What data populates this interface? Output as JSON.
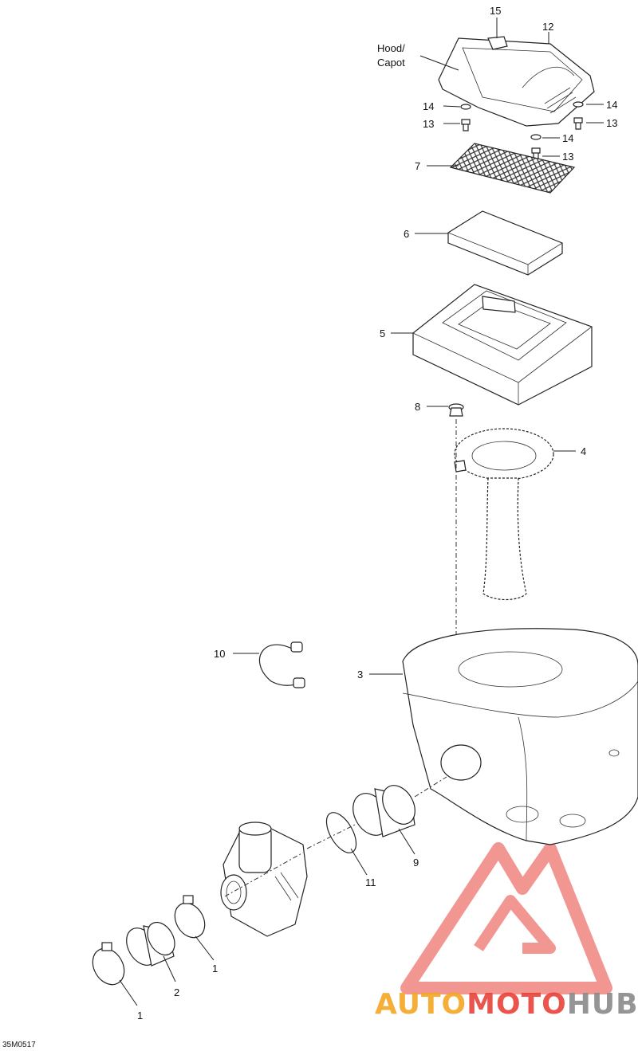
{
  "diagram": {
    "code": "35M0517",
    "hood_label_line1": "Hood/",
    "hood_label_line2": "Capot"
  },
  "callouts": {
    "c1a": "1",
    "c1b": "1",
    "c2": "2",
    "c3": "3",
    "c4": "4",
    "c5": "5",
    "c6": "6",
    "c7": "7",
    "c8": "8",
    "c9": "9",
    "c10": "10",
    "c11": "11",
    "c12": "12",
    "c13a": "13",
    "c13b": "13",
    "c13c": "13",
    "c14a": "14",
    "c14b": "14",
    "c14c": "14",
    "c15": "15"
  },
  "watermark": {
    "part1": "AUTO",
    "part2": "MOTO",
    "part3": "HUB",
    "colors": {
      "orange": "#f5a623",
      "red": "#e8423a",
      "gray": "#8a8a8a"
    }
  }
}
